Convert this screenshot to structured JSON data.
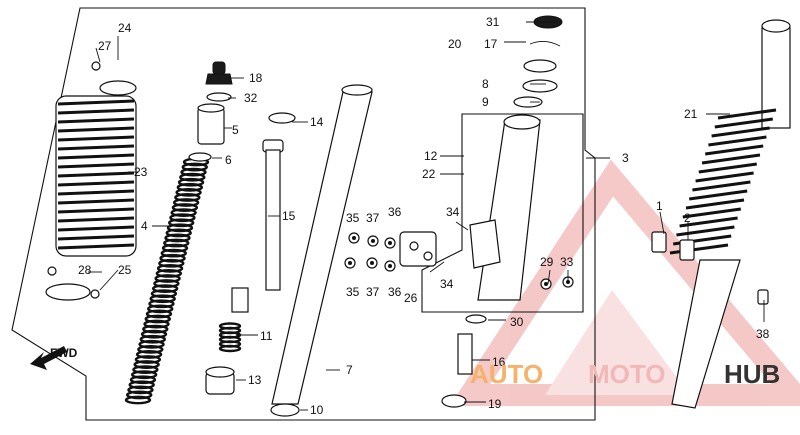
{
  "diagram": {
    "callouts": [
      "24",
      "27",
      "23",
      "28",
      "25",
      "4",
      "18",
      "32",
      "5",
      "6",
      "15",
      "11",
      "13",
      "14",
      "7",
      "10",
      "31",
      "20",
      "17",
      "8",
      "9",
      "12",
      "22",
      "3",
      "35",
      "37",
      "36",
      "34",
      "26",
      "29",
      "33",
      "30",
      "16",
      "19",
      "21",
      "1",
      "2",
      "38"
    ],
    "fwd_label": "FWD"
  },
  "watermark": {
    "text_a": "AUTO",
    "text_b": "MOTO",
    "text_c": "HUB",
    "color_light": "#f2b8b8",
    "color_accent": "#f6b26b",
    "color_dark": "#333333"
  }
}
